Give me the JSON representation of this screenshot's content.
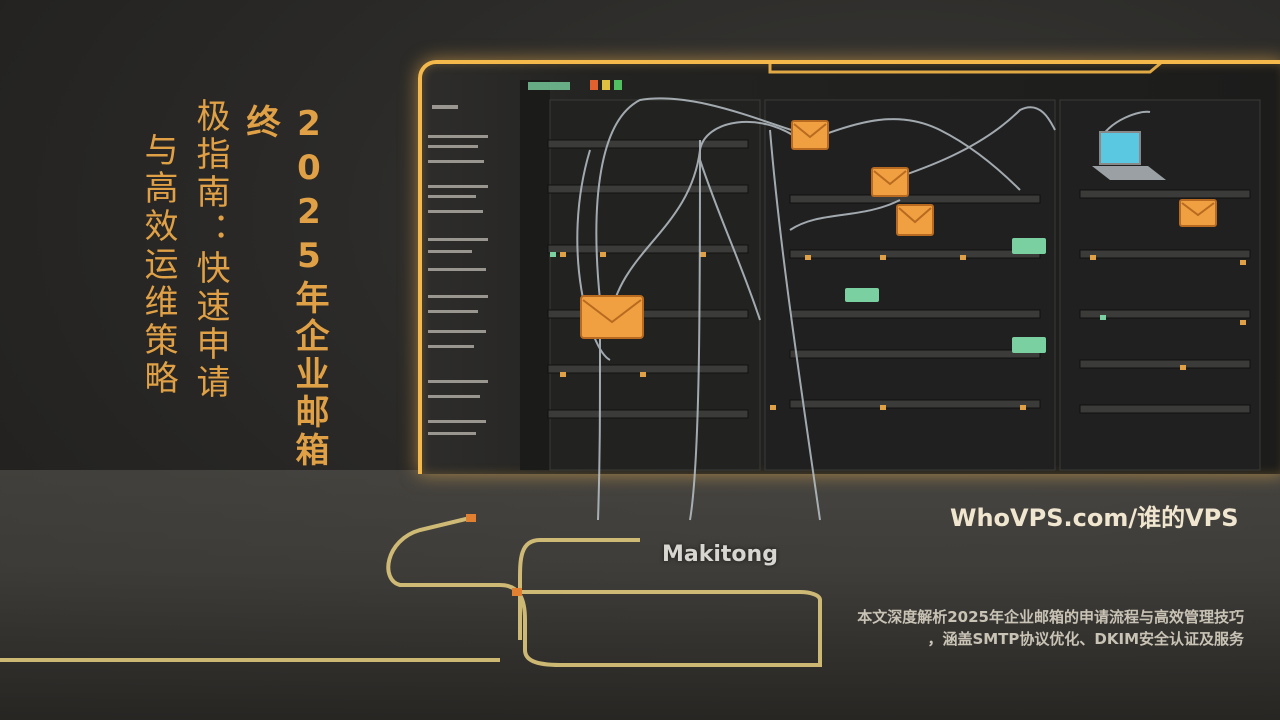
{
  "title": {
    "col1": "2025年企业邮箱终",
    "col2": "极指南：快速申请",
    "col3": "与高效运维策略"
  },
  "brand": "WhoVPS.com/谁的VPS",
  "screen_label": "Makitong",
  "description": {
    "line1": "本文深度解析2025年企业邮箱的申请流程与高效管理技巧",
    "line2": "，涵盖SMTP协议优化、DKIM安全认证及服务"
  },
  "colors": {
    "accent": "#e0a046",
    "neon": "#f5b84a",
    "envelope": "#f0a040",
    "screen_green": "#7ad0a0"
  },
  "icons": [
    "envelope-icon",
    "laptop-icon"
  ]
}
